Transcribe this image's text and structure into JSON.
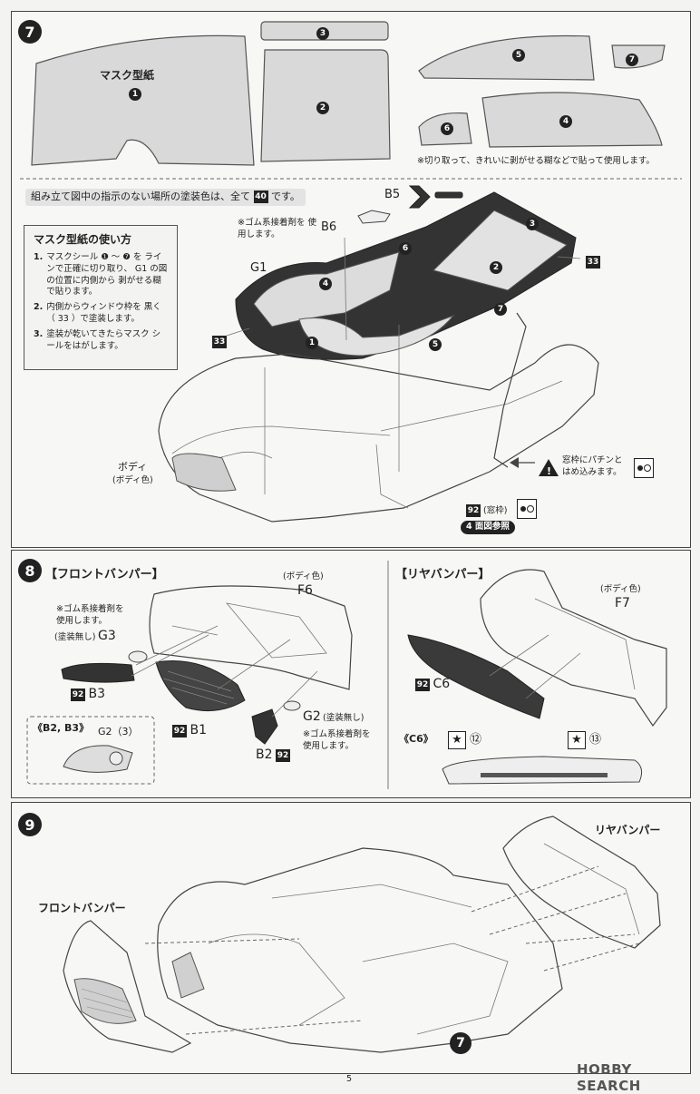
{
  "step7": {
    "number": "7",
    "mask_title": "マスク型紙",
    "mask_labels": [
      "1",
      "2",
      "3",
      "4",
      "5",
      "6",
      "7"
    ],
    "cut_note": "※切り取って、きれいに剥がせる糊などで貼って使用します。",
    "paint_note_pre": "組み立て図中の指示のない場所の塗装色は、全て",
    "paint_note_num": "40",
    "paint_note_post": "です。",
    "howto_title": "マスク型紙の使い方",
    "howto": [
      {
        "n": "1.",
        "t": "マスクシール ❶ ～ ❼ を ラインで正確に切り取り、 G1 の図の位置に内側から 剥がせる糊で貼ります。"
      },
      {
        "n": "2.",
        "t": "内側からウィンドウ枠を 黒く（ 33 ）で塗装します。"
      },
      {
        "n": "3.",
        "t": "塗装が乾いてきたらマスク シールをはがします。"
      }
    ],
    "b6_label": "B6",
    "b6_note": "※ゴム系接着剤を 使用します。",
    "b5_label": "B5",
    "g1_label": "G1",
    "body_label": "ボディ",
    "body_sub": "(ボディ色)",
    "callout_33_a": "33",
    "callout_33_b": "33",
    "window_note": "窓枠にパチンと はめ込みます。",
    "frame_color_num": "92",
    "frame_color_sub": "(窓枠)",
    "ref_note": "4 面図参照"
  },
  "step8": {
    "number": "8",
    "front_title": "【フロントバンパー】",
    "rear_title": "【リヤバンパー】",
    "f6_sub": "(ボディ色)",
    "f6_label": "F6",
    "f7_sub": "(ボディ色)",
    "f7_label": "F7",
    "g3_note": "※ゴム系接着剤を 使用します。",
    "g3_sub": "(塗装無し)",
    "g3_label": "G3",
    "b3_num": "92",
    "b3_label": "B3",
    "b1_num": "92",
    "b1_label": "B1",
    "g2_label": "G2",
    "g2_sub": "(塗装無し)",
    "g2_note": "※ゴム系接着剤を 使用します。",
    "b2_label": "B2",
    "b2_num": "92",
    "inset_title": "《B2, B3》",
    "inset_part": "G2（3）",
    "c6_num": "92",
    "c6_label": "C6",
    "c6_inset": "《C6》",
    "decal_12": "⑫",
    "decal_13": "⑬"
  },
  "step9": {
    "number": "9",
    "rear_label": "リヤバンパー",
    "front_label": "フロントバンパー",
    "ref_step": "7"
  },
  "footer": {
    "page": "5",
    "watermark": "HOBBY SEARCH"
  }
}
